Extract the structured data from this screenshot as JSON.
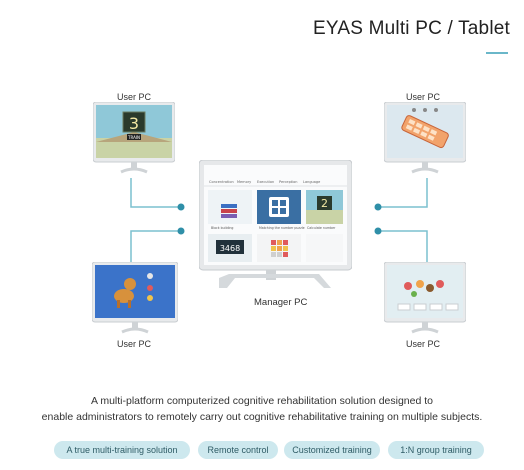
{
  "title": "EYAS Multi PC / Tablet",
  "devices": {
    "top_left": {
      "label": "User PC",
      "screen_number": "3",
      "screen_badge": "TRAIN"
    },
    "top_right": {
      "label": "User PC"
    },
    "bottom_left": {
      "label": "User PC"
    },
    "bottom_right": {
      "label": "User PC"
    },
    "manager": {
      "label": "Manager PC",
      "tabs": [
        "Concentration",
        "Memory",
        "Execution",
        "Perception",
        "Language"
      ],
      "cards": [
        {
          "caption": "Block building"
        },
        {
          "caption": "Matching the number puzzle"
        },
        {
          "caption": "Calculate number",
          "badge": "2"
        },
        {
          "number": "3468"
        },
        {
          "caption": ""
        },
        {
          "caption": ""
        }
      ]
    }
  },
  "description": [
    "A multi-platform computerized cognitive rehabilitation solution designed to",
    "enable administrators to remotely carry out cognitive rehabilitative training on multiple subjects."
  ],
  "features": [
    "A true multi-training solution",
    "Remote control",
    "Customized training",
    "1:N group training"
  ],
  "colors": {
    "accent": "#6ab7c9",
    "pill_bg": "#cde8ee",
    "node": "#2f8fa8"
  }
}
